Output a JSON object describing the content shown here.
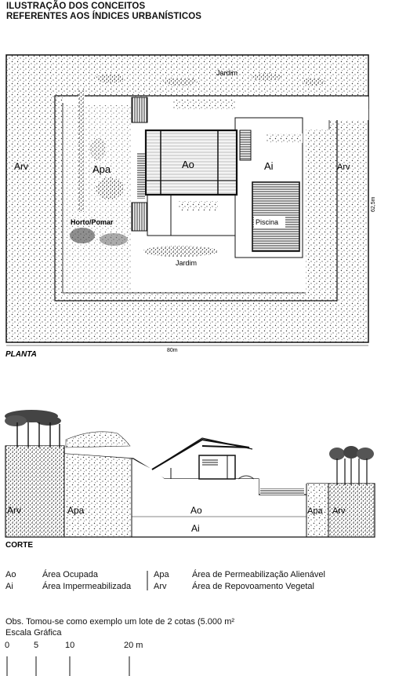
{
  "header": {
    "title_line1": "ILUSTRAÇÃO DOS CONCEITOS",
    "title_line2": "REFERENTES AOS ÍNDICES URBANÍSTICOS"
  },
  "plan": {
    "caption": "PLANTA",
    "labels": {
      "arv_left": "Arv",
      "apa": "Apa",
      "ao": "Ao",
      "ai": "Ai",
      "arv_right": "Arv",
      "horto": "Horto/Pomar",
      "piscina": "Piscina",
      "jardim_top": "Jardim",
      "jardim_bottom": "Jardim"
    },
    "dim_width": "80m",
    "dim_height": "62,5m"
  },
  "section": {
    "caption": "CORTE",
    "labels": {
      "arv_left": "Arv",
      "apa_left": "Apa",
      "ao": "Ao",
      "ai": "Ai",
      "apa_right": "Apa",
      "arv_right": "Arv"
    }
  },
  "legend": {
    "rows": [
      {
        "code": "Ao",
        "text": "Área Ocupada",
        "code2": "Apa",
        "text2": "Área de Permeabilização Alienável"
      },
      {
        "code": "Ai",
        "text": "Área Impermeabilizada",
        "code2": "Arv",
        "text2": "Área de Repovoamento Vegetal"
      }
    ]
  },
  "notes": {
    "obs": "Obs. Tomou-se como exemplo um lote de 2 cotas (5.000 m²",
    "scale_title": "Escala Gráfica",
    "scale_ticks": [
      "0",
      "5",
      "10",
      "20 m"
    ]
  }
}
